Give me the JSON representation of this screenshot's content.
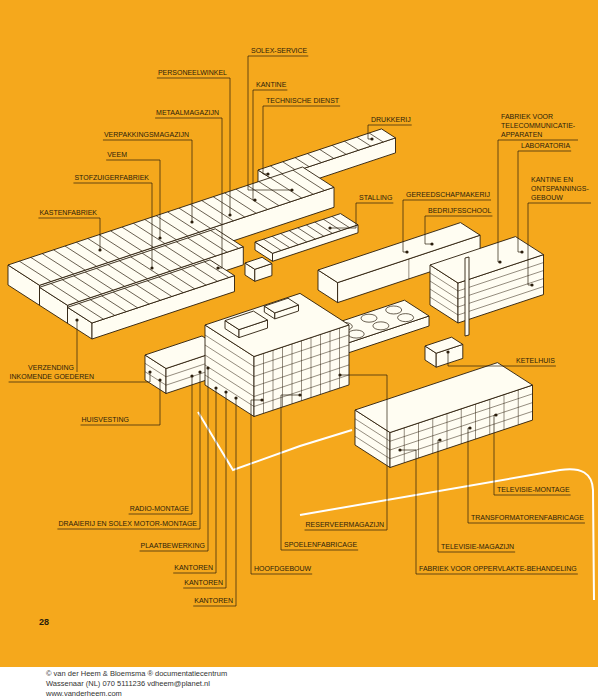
{
  "diagram": {
    "labels": [
      "SOLEX-SERVICE",
      "PERSONEELWINKEL",
      "KANTINE",
      "TECHNISCHE DIENST",
      "METAALMAGAZIJN",
      "DRUKKERIJ",
      "VERPAKKINGSMAGAZIJN",
      "VEEM",
      "STOFZUIGERFABRIEK",
      "FABRIEK VOOR TELECOMMUNICATIE- APPARATEN",
      "LABORATORIA",
      "KANTINE EN ONTSPANNINGS- GEBOUW",
      "GEREEDSCHAPMAKERIJ",
      "BEDRIJFSSCHOOL",
      "STALLING",
      "KASTENFABRIEK",
      "KETELHUIS",
      "VERZENDING",
      "INKOMENDE GOEDEREN",
      "HUISVESTING",
      "RADIO-MONTAGE",
      "DRAAIERIJ EN SOLEX MOTOR-MONTAGE",
      "PLAATBEWERKING",
      "KANTOREN",
      "KANTOREN",
      "KANTOREN",
      "HOOFDGEBOUW",
      "SPOELENFABRICAGE",
      "RESERVEERMAGAZIJN",
      "TELEVISIE-MAGAZIJN",
      "TRANSFORMATORENFABRICAGE",
      "TELEVISIE-MONTAGE",
      "FABRIEK VOOR OPPERVLAKTE-BEHANDELING",
      "28",
      "© van der Heem & Bloemsma ® documentatiecentrum",
      "Wassenaar (NL) 070 5111236 vdheem@planet.nl",
      "www.vanderheem.com"
    ]
  }
}
